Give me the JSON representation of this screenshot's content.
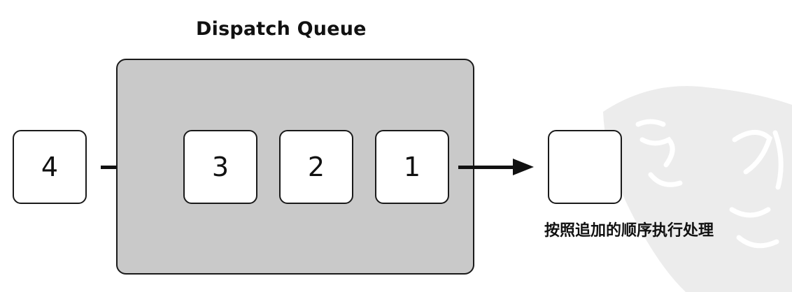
{
  "title": "Dispatch Queue",
  "incoming_task": "4",
  "queue_tasks": [
    "3",
    "2",
    "1"
  ],
  "output_slot": "",
  "caption": "按照追加的顺序执行处理"
}
